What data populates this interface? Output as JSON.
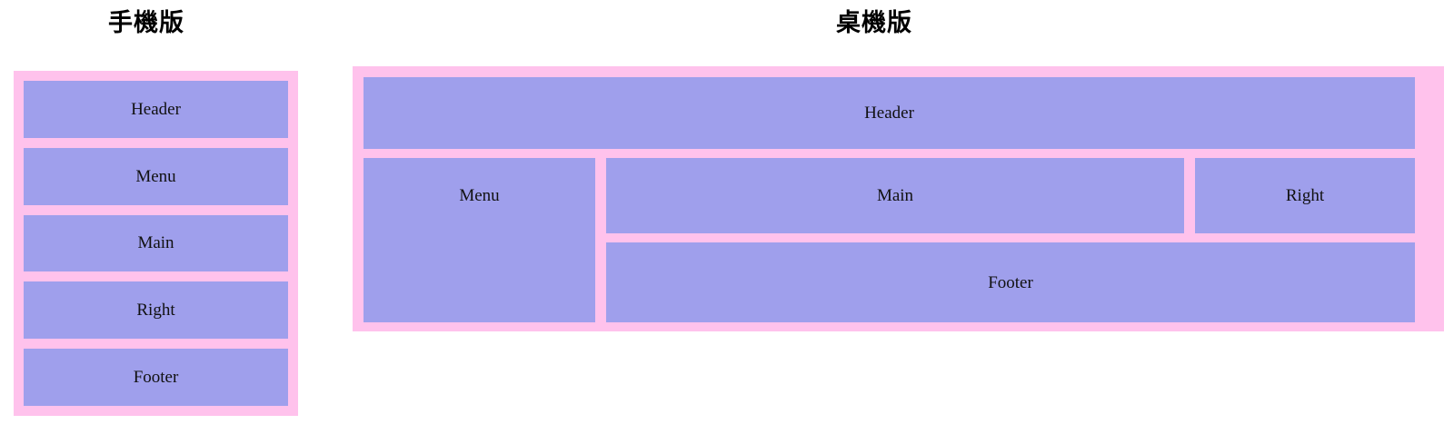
{
  "page": {
    "background_color": "#ffffff",
    "block_color": "#9f9fec",
    "container_color": "#ffc2ec",
    "text_color": "#111111"
  },
  "mobile": {
    "title": "手機版",
    "blocks": [
      {
        "label": "Header"
      },
      {
        "label": "Menu"
      },
      {
        "label": "Main"
      },
      {
        "label": "Right"
      },
      {
        "label": "Footer"
      }
    ]
  },
  "desktop": {
    "title": "桌機版",
    "blocks": {
      "header": "Header",
      "menu": "Menu",
      "main": "Main",
      "right": "Right",
      "footer": "Footer"
    }
  }
}
